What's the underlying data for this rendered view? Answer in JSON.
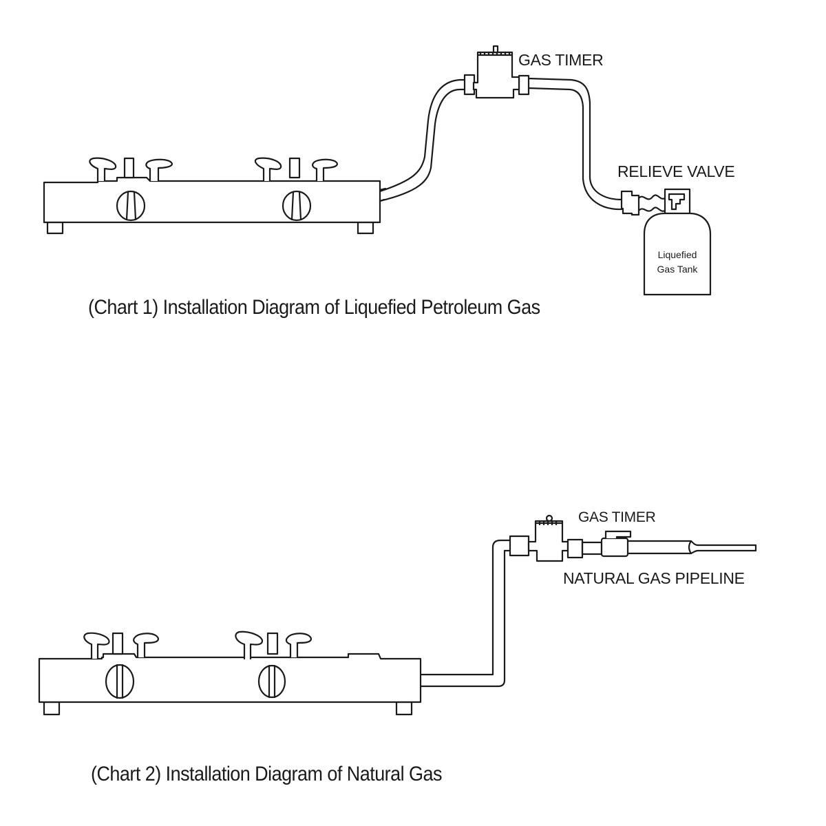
{
  "chart1": {
    "caption": "(Chart 1)  Installation Diagram of Liquefied Petroleum Gas",
    "labels": {
      "gas_timer": "GAS TIMER",
      "relieve_valve": "RELIEVE VALVE",
      "tank_line1": "Liquefied",
      "tank_line2": "Gas Tank"
    }
  },
  "chart2": {
    "caption": "(Chart 2)  Installation Diagram of Natural Gas",
    "labels": {
      "gas_timer": "GAS TIMER",
      "pipeline": "NATURAL GAS PIPELINE"
    }
  }
}
